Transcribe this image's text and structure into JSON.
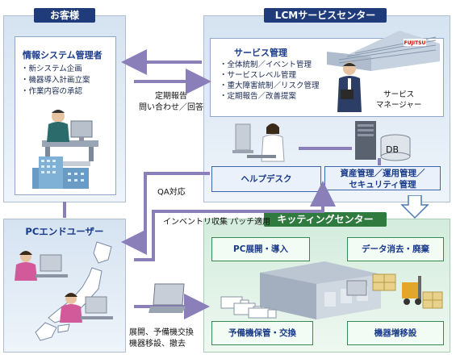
{
  "customer": {
    "tab": "お客様",
    "title": "情報システム管理者",
    "items": [
      "新システム企画",
      "機器導入計画立案",
      "作業内容の承認"
    ]
  },
  "lcm": {
    "tab": "LCMサービスセンター",
    "service_title": "サービス管理",
    "service_items": [
      "全体統制／イベント管理",
      "サービスレベル管理",
      "重大障害統制／リスク管理",
      "定期報告／改善提案"
    ],
    "manager_label": [
      "サービス",
      "マネージャー"
    ],
    "db_label": "DB",
    "helpdesk": "ヘルプデスク",
    "asset_mgmt": [
      "資産管理／運用管理／",
      "セキュリティ管理"
    ]
  },
  "flows": {
    "report": [
      "定期報告",
      "問い合わせ／回答"
    ],
    "qa": "QA対応",
    "inventory": "インベントリ収集 パッチ適用",
    "deploy": [
      "展開、予備機交換",
      "機器移設、撤去"
    ]
  },
  "pc_user": {
    "tab": "PCエンドユーザー"
  },
  "kitting": {
    "tab": "キッティングセンター",
    "boxes": [
      "PC展開・導入",
      "データ消去・廃棄",
      "予備機保管・交換",
      "機器増移設"
    ]
  },
  "colors": {
    "navy": "#1f3b7a",
    "green": "#2f7a3e",
    "arrow": "#8a7fb8"
  }
}
